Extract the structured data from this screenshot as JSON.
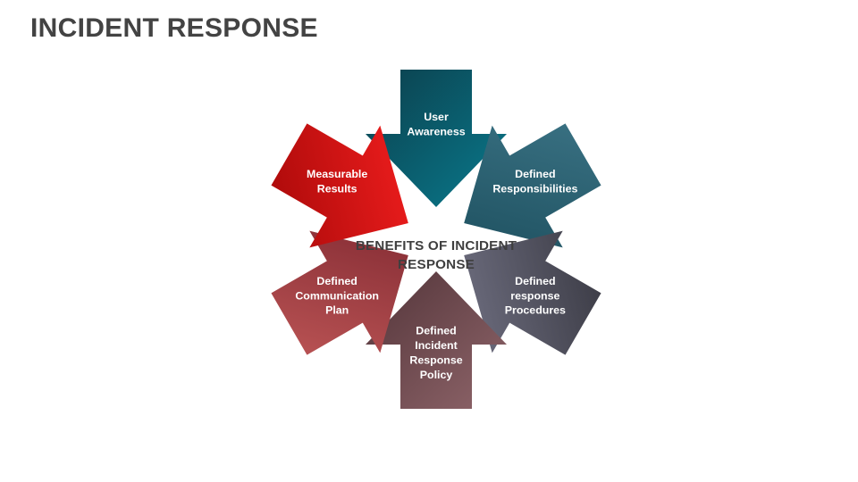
{
  "slide": {
    "title": "INCIDENT RESPONSE",
    "background_color": "#ffffff",
    "title_color": "#434343"
  },
  "diagram": {
    "type": "radial-arrow-cycle",
    "center_label_line1": "BENEFITS OF INCIDENT",
    "center_label_line2": "RESPONSE",
    "center_label_color": "#3f3f3f",
    "segment_count": 6,
    "segments": [
      {
        "id": "user-awareness",
        "position": "top",
        "angle_deg": 0,
        "lines": [
          "User",
          "Awareness"
        ],
        "color_start": "#0b3f4c",
        "color_end": "#0a7a8d",
        "text_color": "#ffffff"
      },
      {
        "id": "defined-responsibilities",
        "position": "upper-right",
        "angle_deg": 60,
        "lines": [
          "Defined",
          "Responsibilities"
        ],
        "color_start": "#3c7486",
        "color_end": "#1b4d5c",
        "text_color": "#ffffff"
      },
      {
        "id": "defined-response-procedures",
        "position": "lower-right",
        "angle_deg": 120,
        "lines": [
          "Defined",
          "response",
          "Procedures"
        ],
        "color_start": "#36363f",
        "color_end": "#77778a",
        "text_color": "#ffffff"
      },
      {
        "id": "defined-incident-response-policy",
        "position": "bottom",
        "angle_deg": 180,
        "lines": [
          "Defined",
          "Incident",
          "Response",
          "Policy"
        ],
        "color_start": "#8f656a",
        "color_end": "#523439",
        "text_color": "#ffffff"
      },
      {
        "id": "defined-communication-plan",
        "position": "lower-left",
        "angle_deg": 240,
        "lines": [
          "Defined",
          "Communication",
          "Plan"
        ],
        "color_start": "#bf5757",
        "color_end": "#7e2730",
        "text_color": "#ffffff"
      },
      {
        "id": "measurable-results",
        "position": "upper-left",
        "angle_deg": 300,
        "lines": [
          "Measurable",
          "Results"
        ],
        "color_start": "#a50808",
        "color_end": "#fa2121",
        "text_color": "#ffffff"
      }
    ]
  }
}
